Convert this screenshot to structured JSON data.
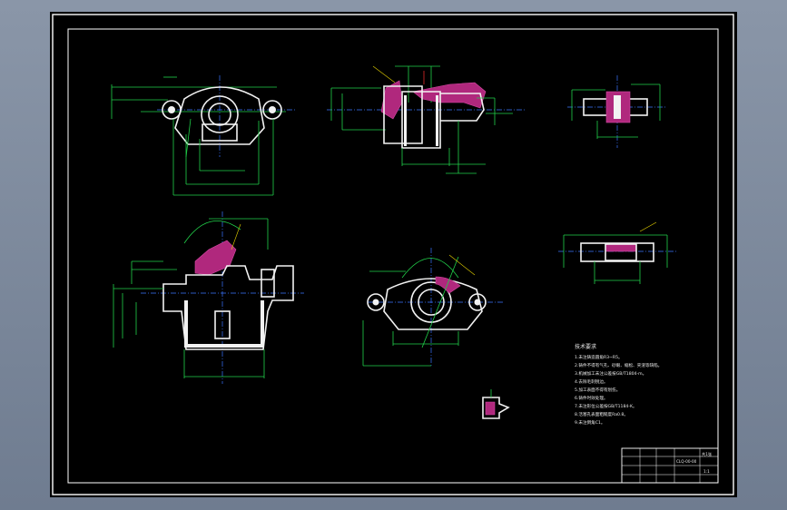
{
  "technical_requirements": {
    "heading": "技术要求",
    "notes": [
      "1.未注铸造圆角R3~R5。",
      "2.铸件不得有气孔、砂眼、缩松、夹渣等缺陷。",
      "3.机械加工未注公差按GB/T1804-m。",
      "4.去除毛刺锐边。",
      "5.加工表面不得有划伤。",
      "6.铸件时效处理。",
      "7.未注形位公差按GB/T1184-K。",
      "8.活塞孔表面粗糙度Ra0.8。",
      "9.未注倒角C1。"
    ]
  },
  "title_block": {
    "drawing_no": "CLQ-00-00",
    "scale": "1:1",
    "sheet": "共1张"
  }
}
